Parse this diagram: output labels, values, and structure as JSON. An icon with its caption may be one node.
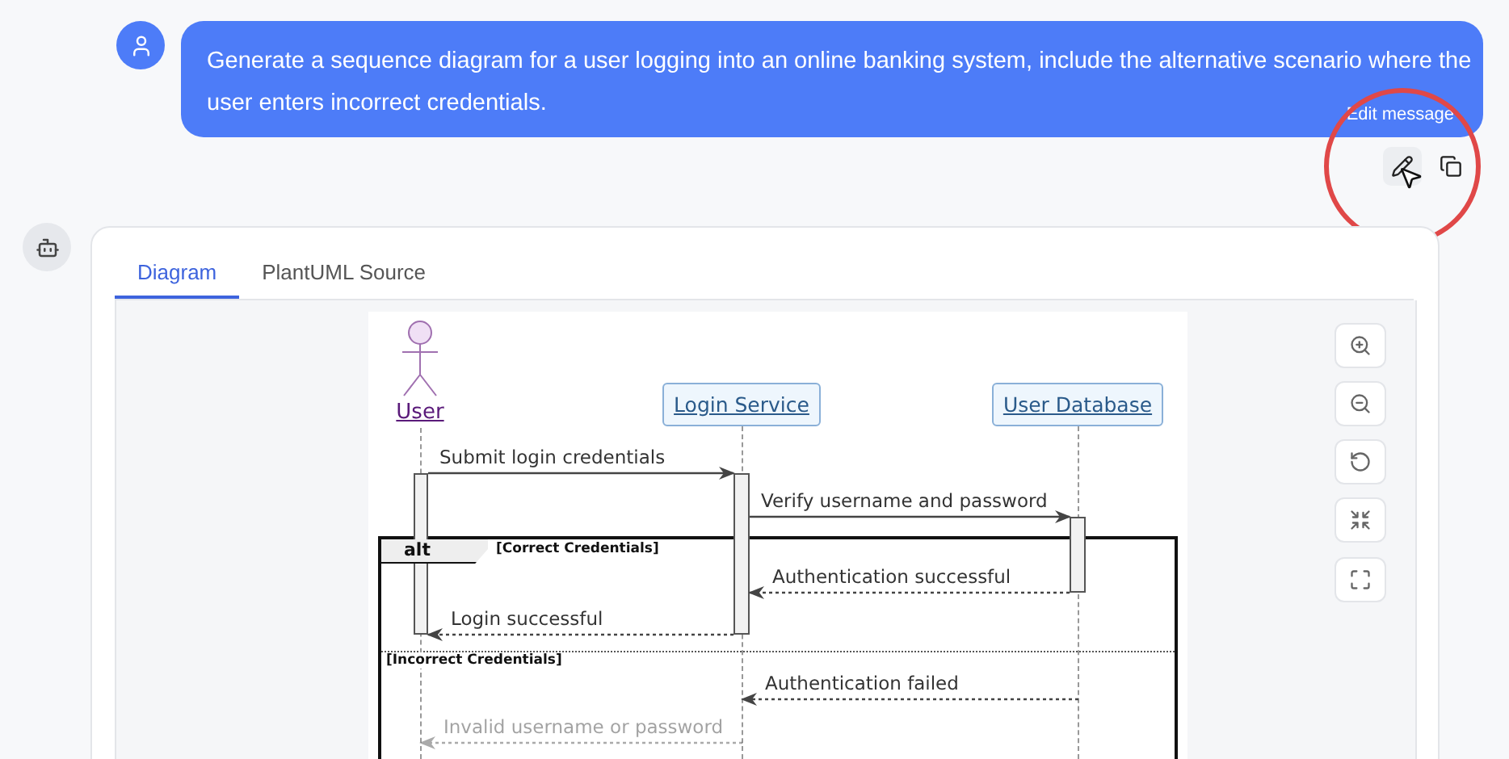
{
  "diagram": {
    "nodes": [
      {
        "text": [
          "User"
        ]
      },
      {
        "text": [
          "Login Service"
        ]
      },
      {
        "text": [
          "User Database"
        ]
      },
      {
        "text": [],
        "shape": "bar"
      },
      {
        "text": [],
        "shape": "bar"
      },
      {
        "text": [],
        "shape": "bar"
      },
      {
        "text": [],
        "shape": "line"
      },
      {
        "text": [],
        "shape": "line"
      },
      {
        "text": [],
        "shape": "line"
      }
    ],
    "edges": [
      {
        "from": 3,
        "to": 4,
        "arrow": "to",
        "label": "Submit login credentials"
      },
      {
        "from": 4,
        "to": 5,
        "arrow": "to",
        "label": "Verify username and password"
      },
      {
        "from": 5,
        "to": 4,
        "arrow": "to",
        "label": "Authentication successful",
        "style": "dashed"
      },
      {
        "from": 4,
        "to": 3,
        "arrow": "to",
        "label": "Login successful",
        "style": "dashed"
      },
      {
        "from": 8,
        "to": 7,
        "arrow": "to",
        "label": "Authentication failed",
        "style": "dashed"
      },
      {
        "from": 7,
        "to": 6,
        "arrow": "to",
        "label": "Invalid username or password",
        "style": "dashed"
      }
    ],
    "labels": [
      "Generate a sequence diagram for a user logging into an online banking system, include the alternative scenario where the user enters incorrect credentials.",
      "Edit message",
      "Diagram",
      "PlantUML Source",
      "alt",
      "[Correct Credentials]",
      "[Incorrect Credentials]"
    ]
  }
}
